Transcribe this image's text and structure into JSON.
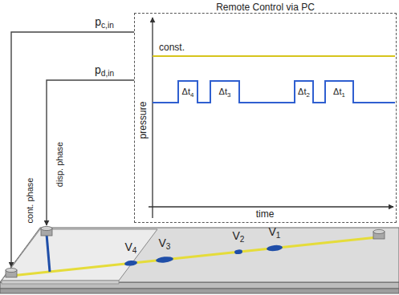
{
  "diagram": {
    "nodes": [
      {
        "text": [
          "Remote Control via PC"
        ]
      }
    ],
    "labels": [
      "pc,in",
      "pd,in",
      "const.",
      "Δt4",
      "Δt3",
      "Δt2",
      "Δt1",
      "pressure",
      "time",
      "cont. phase",
      "disp. phase",
      "V4",
      "V3",
      "V2",
      "V1"
    ]
  }
}
